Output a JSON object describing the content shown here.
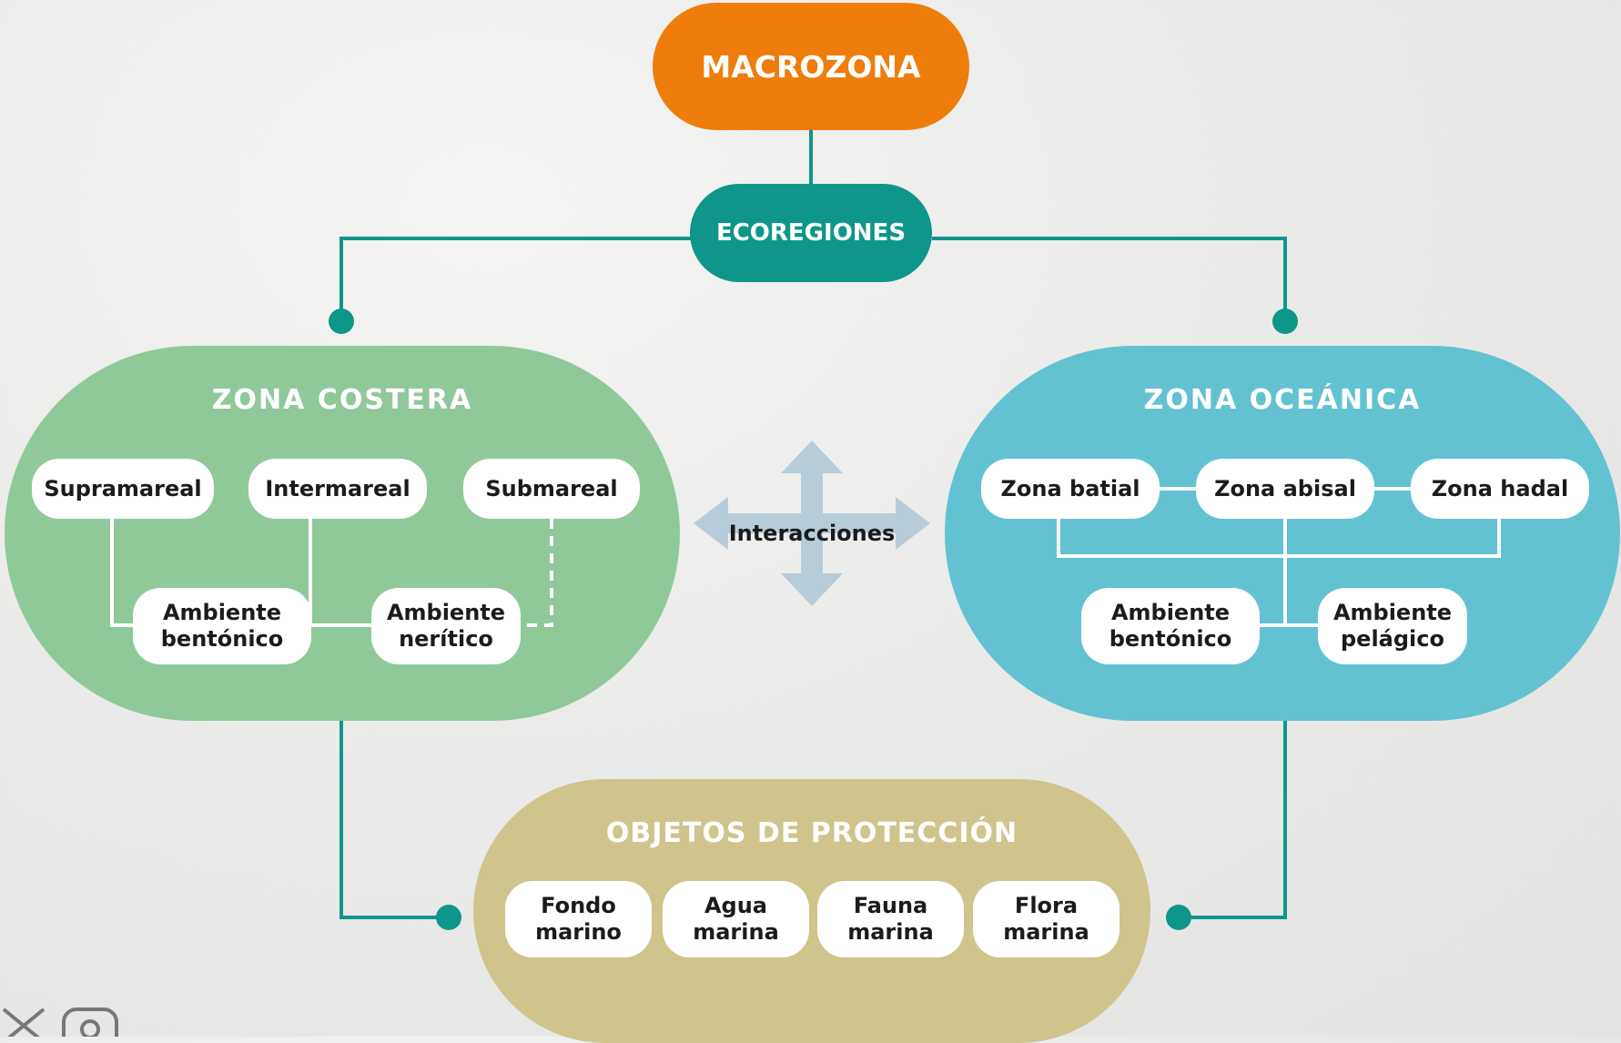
{
  "colors": {
    "macrozona": "#ef7d0b",
    "ecoregiones": "#0f968a",
    "teal_line": "#0f968a",
    "costera": "#8fc99a",
    "oceanica": "#63c2d2",
    "proteccion": "#cfc48c",
    "arrows": "#b7ccd9"
  },
  "macrozona": {
    "label": "MACROZONA"
  },
  "ecoregiones": {
    "label": "ECOREGIONES"
  },
  "zona_costera": {
    "title": "ZONA COSTERA",
    "nodes": [
      "Supramareal",
      "Intermareal",
      "Submareal",
      "Ambiente\nbentónico",
      "Ambiente\nnerítico"
    ]
  },
  "zona_oceanica": {
    "title": "ZONA OCEÁNICA",
    "nodes": [
      "Zona batial",
      "Zona abisal",
      "Zona hadal",
      "Ambiente\nbentónico",
      "Ambiente\npelágico"
    ]
  },
  "interacciones": {
    "label": "Interacciones"
  },
  "objetos_proteccion": {
    "title": "OBJETOS DE PROTECCIÓN",
    "items": [
      "Fondo\nmarino",
      "Agua\nmarina",
      "Fauna\nmarina",
      "Flora\nmarina"
    ]
  },
  "social_icons": [
    "x-icon",
    "threads-icon"
  ]
}
